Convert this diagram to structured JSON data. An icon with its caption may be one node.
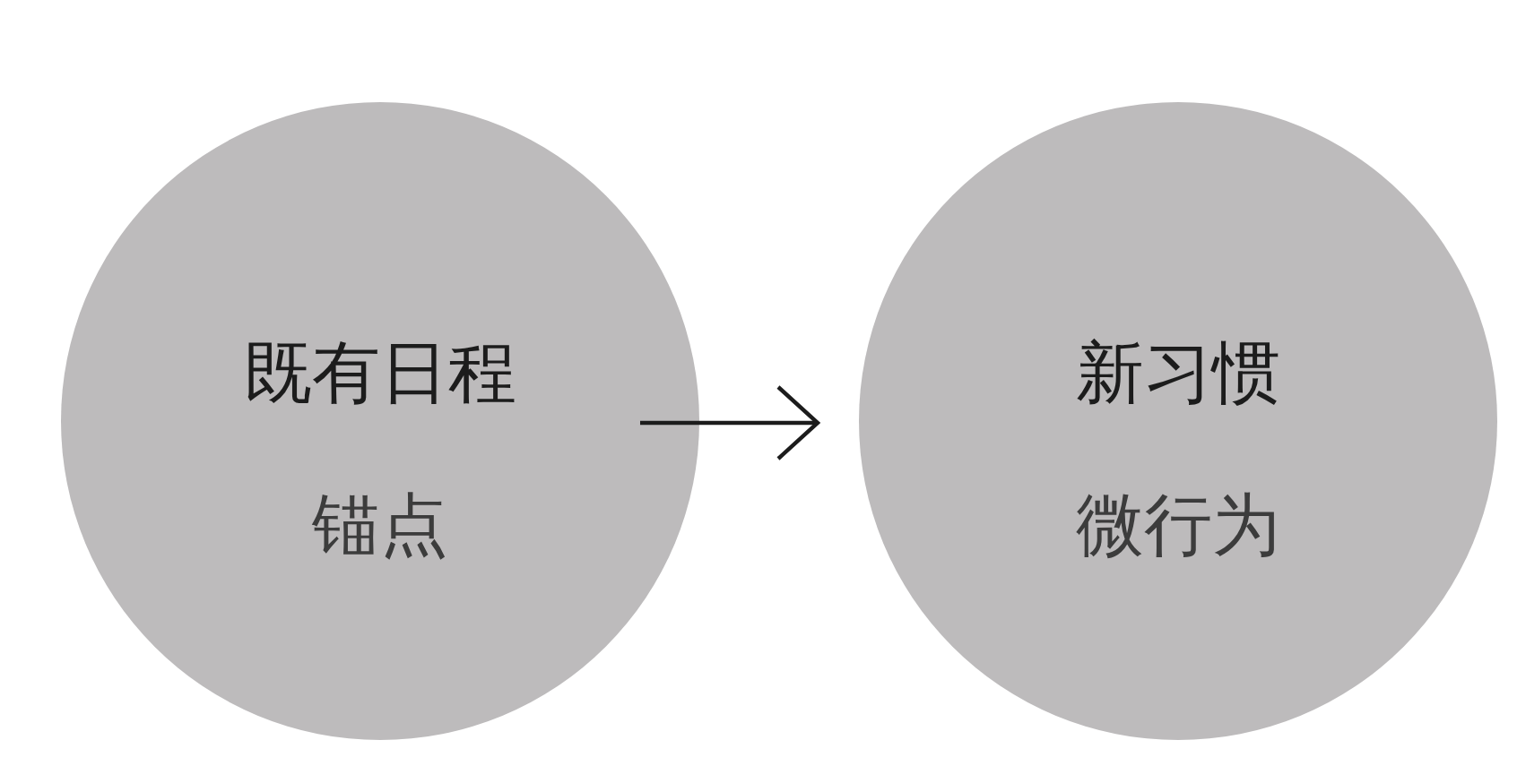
{
  "diagram": {
    "nodes": [
      {
        "text": [
          "既有日程",
          "锚点"
        ]
      },
      {
        "text": [
          "新习惯",
          "微行为"
        ]
      }
    ],
    "edges": [
      {
        "from": 0,
        "to": 1,
        "arrow": "to"
      }
    ]
  }
}
